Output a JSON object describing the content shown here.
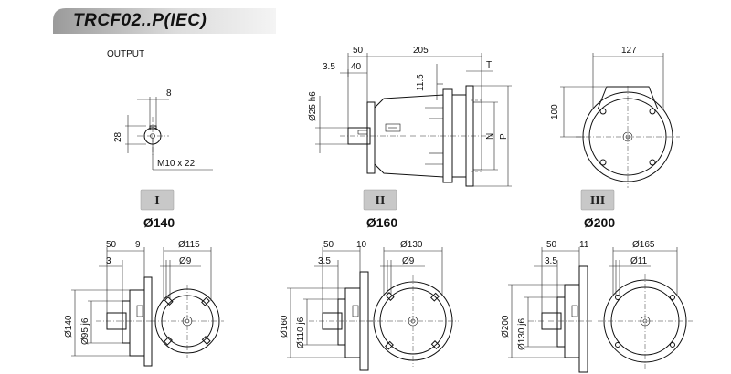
{
  "title": "TRCF02..P(IEC)",
  "output": {
    "label": "OUTPUT",
    "width": "8",
    "height": "28",
    "thread": "M10 x 22"
  },
  "main": {
    "d_50": "50",
    "d_205": "205",
    "d_3_5": "3.5",
    "d_40": "40",
    "d_11_5": "11.5",
    "d_T": "T",
    "d_shaft": "Ø25 h6",
    "d_N": "N",
    "d_P": "P",
    "d_127": "127",
    "d_100": "100"
  },
  "variants": [
    {
      "roman": "I",
      "size": "Ø140",
      "d_50": "50",
      "d_t": "9",
      "d_3": "3",
      "d_outer": "Ø140",
      "d_pilot": "Ø95 j6",
      "d_pcd": "Ø115",
      "d_hole": "Ø9"
    },
    {
      "roman": "II",
      "size": "Ø160",
      "d_50": "50",
      "d_t": "10",
      "d_3": "3.5",
      "d_outer": "Ø160",
      "d_pilot": "Ø110 j6",
      "d_pcd": "Ø130",
      "d_hole": "Ø9"
    },
    {
      "roman": "III",
      "size": "Ø200",
      "d_50": "50",
      "d_t": "11",
      "d_3": "3.5",
      "d_outer": "Ø200",
      "d_pilot": "Ø130 j6",
      "d_pcd": "Ø165",
      "d_hole": "Ø11"
    }
  ]
}
